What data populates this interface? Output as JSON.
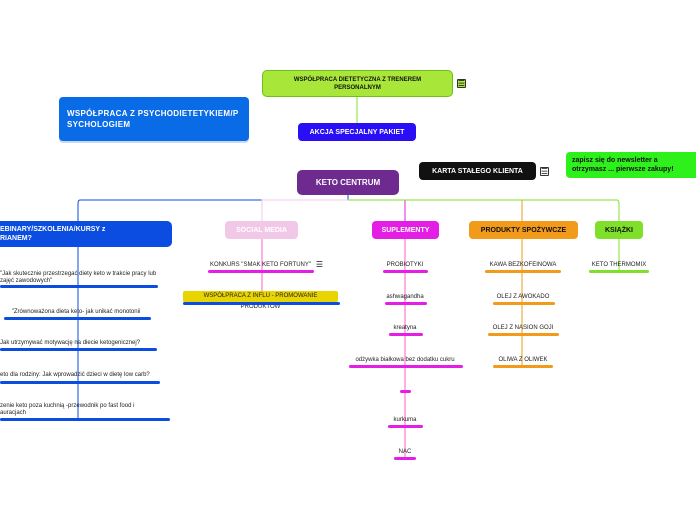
{
  "colors": {
    "center": "#6f2a90",
    "blue": "#0a4de0",
    "pink": "#ff5fc8",
    "magenta": "#e51ee5",
    "orange": "#f29a1a",
    "lime": "#7fe02a",
    "light_pink": "#f2c8e8",
    "yellow": "#e8d400",
    "green_note": "#2ef01a",
    "dark": "#111111"
  },
  "central": {
    "label": "KETO CENTRUM"
  },
  "top_node": {
    "label": "WSPÓŁPRACA DIETETYCZNA Z TRENEREM PERSONALNYM",
    "note_icon": "note-icon"
  },
  "akcja": {
    "label": "AKCJA SPECJALNY PAKIET"
  },
  "psycho": {
    "label": "WSPÓŁPRACA Z PSYCHODIETETYKIEM/PSYCHOLOGIEM"
  },
  "karta": {
    "label": "KARTA STAŁEGO KLIENTA",
    "note_icon": "note-icon"
  },
  "newsletter": {
    "label": "zapisz się do newsletter a otrzymasz ... pierwsze zakupy!"
  },
  "branches": {
    "webinary": {
      "label": "EBINARY/SZKOLENIA/KURSY z RIANEM?",
      "items": [
        "\"Jak skutecznie przestrzegać diety keto w trakcie pracy lub zajęć zawodowych\"",
        "\"Zrównoważona dieta keto- jak unikać monotonii",
        "Jak utrzymywać motywację na diecie ketogenicznej?",
        "eto dla rodziny: Jak wprowadzić dzieci w dietę low carb?",
        "zenie keto poza kuchnią -przewodnik po fast food i auracjach"
      ]
    },
    "social": {
      "label": "SOCIAL MEDIA",
      "items": [
        "KONKURS \"SMAK KETO FORTUNY\"",
        "WSPÓŁPRACA Z INFLU - PROMOWANIE PRODUKTÓW"
      ]
    },
    "suplementy": {
      "label": "SUPLEMENTY",
      "items": [
        "PROBIOTYKI",
        "ashwagandha",
        "kreatyna",
        "odżywka białkowa bez dodatku cukru",
        "",
        "kurkuma",
        "NAC"
      ]
    },
    "produkty": {
      "label": "PRODUKTY SPOŻYWCZE",
      "items": [
        "KAWA BEZKOFEINOWA",
        "OLEJ Z AWOKADO",
        "OLEJ Z NASION GOJI",
        "OLIWA Z OLIWEK"
      ]
    },
    "ksiazki": {
      "label": "KSIĄŻKI",
      "items": [
        "KETO THERMOMIX"
      ]
    }
  }
}
